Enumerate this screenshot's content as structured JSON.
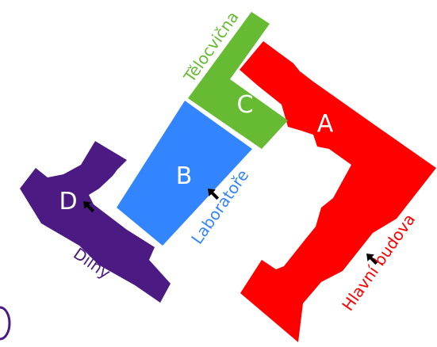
{
  "buildings": {
    "a": {
      "letter": "A",
      "name": "Hlavní budova",
      "color": "#ff0000"
    },
    "b": {
      "letter": "B",
      "name": "Laboratoře",
      "color": "#3385ff"
    },
    "c": {
      "letter": "C",
      "name": "Tělocvična",
      "color": "#66bb33"
    },
    "d": {
      "letter": "D",
      "name": "Dílny",
      "color": "#4b1a82"
    }
  },
  "entrance": {
    "color": "#000000"
  }
}
